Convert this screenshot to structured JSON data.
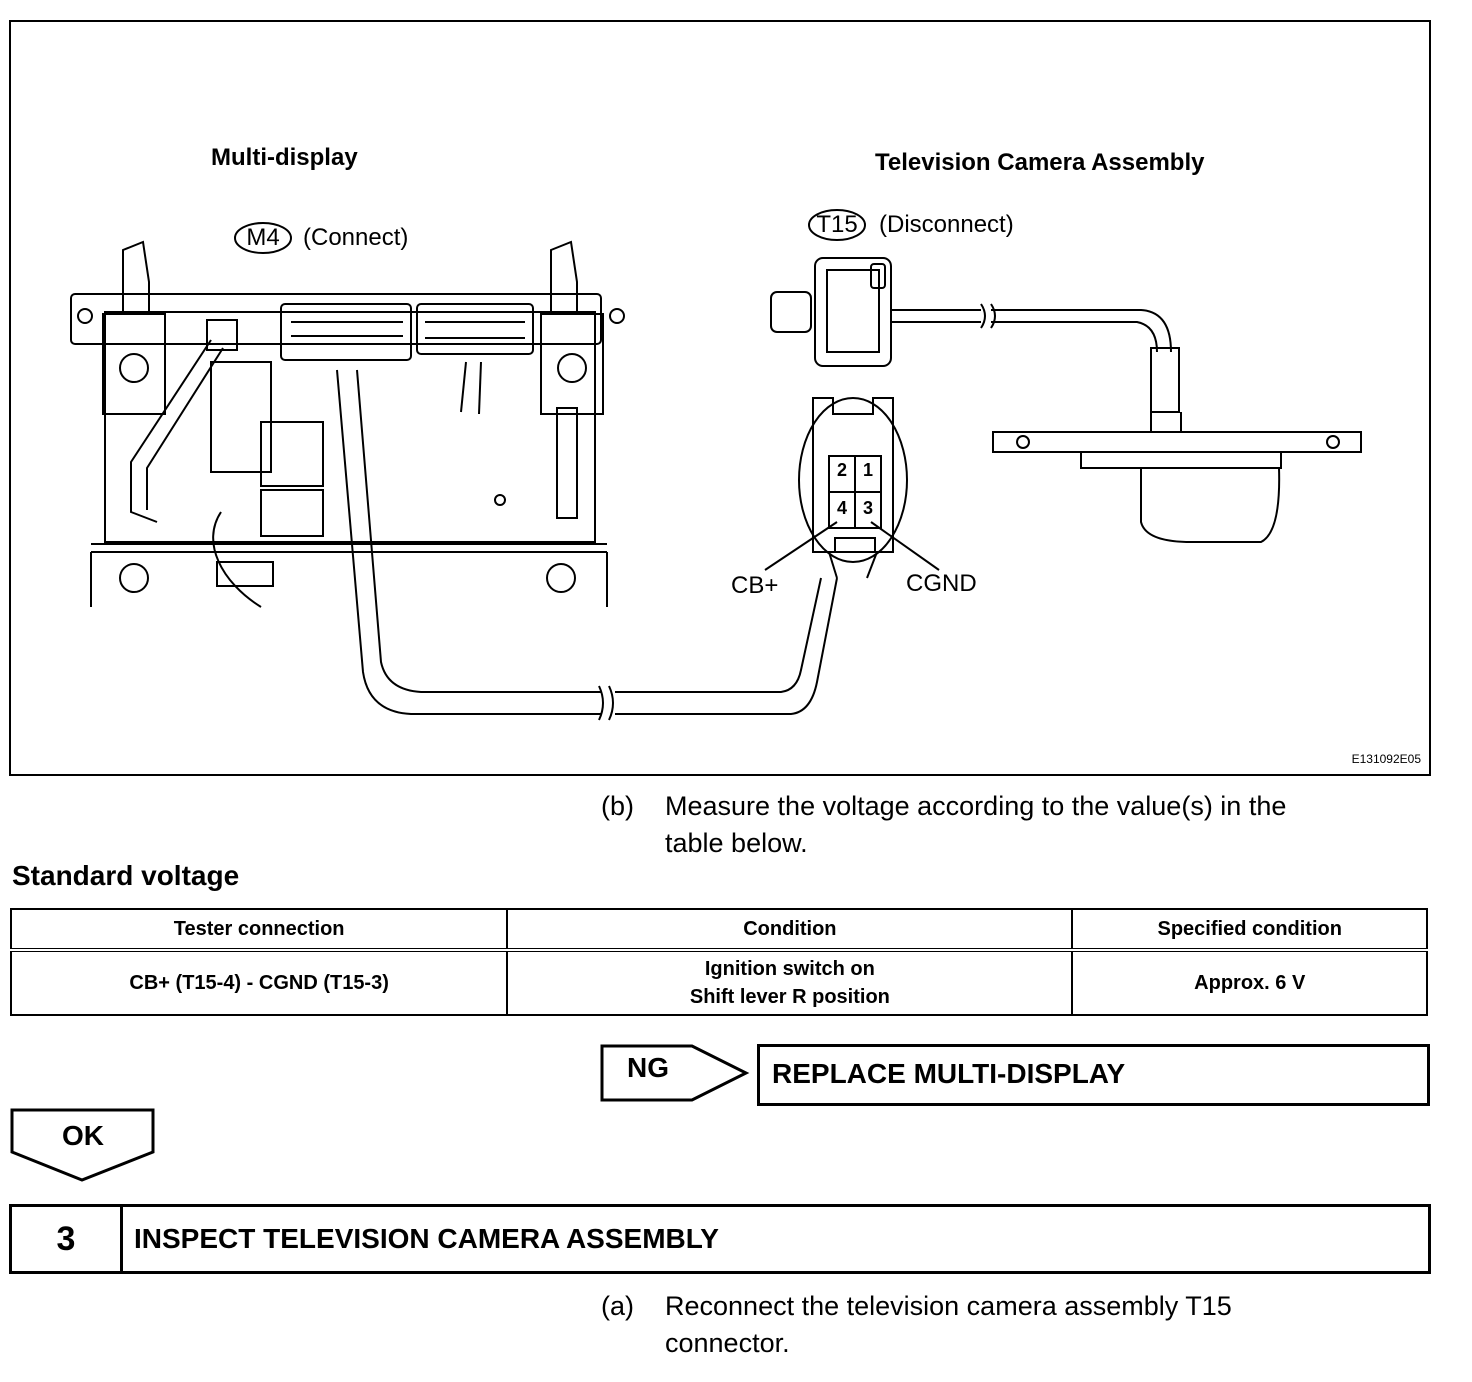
{
  "figure": {
    "multi_display_title": "Multi-display",
    "multi_display_connector": "M4",
    "multi_display_state": "(Connect)",
    "camera_title": "Television Camera Assembly",
    "camera_connector": "T15",
    "camera_state": "(Disconnect)",
    "pins": [
      "2",
      "1",
      "4",
      "3"
    ],
    "cb_label": "CB+",
    "cgnd_label": "CGND",
    "figure_code": "E131092E05"
  },
  "step_b": {
    "letter": "(b)",
    "text_line1": "Measure the voltage according to the value(s) in the",
    "text_line2": "table below."
  },
  "standard_heading": "Standard voltage",
  "table": {
    "headers": [
      "Tester connection",
      "Condition",
      "Specified condition"
    ],
    "row": {
      "connection": "CB+ (T15-4) - CGND (T15-3)",
      "condition_line1": "Ignition switch on",
      "condition_line2": "Shift lever R position",
      "specified": "Approx. 6 V"
    }
  },
  "ng": {
    "label": "NG",
    "action": "REPLACE MULTI-DISPLAY"
  },
  "ok": {
    "label": "OK"
  },
  "step3": {
    "number": "3",
    "title": "INSPECT TELEVISION CAMERA ASSEMBLY"
  },
  "step_a": {
    "letter": "(a)",
    "text_line1": "Reconnect the television camera assembly T15",
    "text_line2": "connector."
  }
}
